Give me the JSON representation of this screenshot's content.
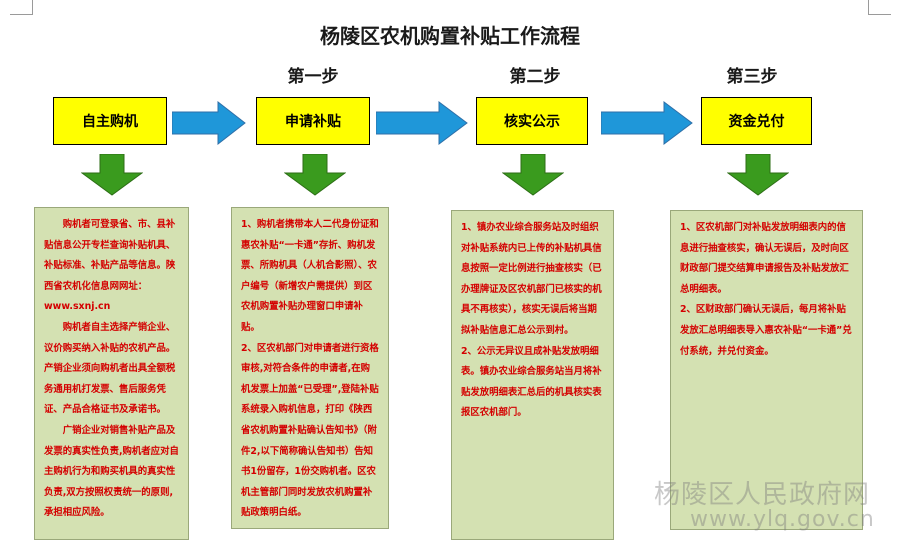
{
  "title": "杨陵区农机购置补贴工作流程",
  "steps": [
    {
      "label": "",
      "box": "自主购机"
    },
    {
      "label": "第一步",
      "box": "申请补贴"
    },
    {
      "label": "第二步",
      "box": "核实公示"
    },
    {
      "label": "第三步",
      "box": "资金兑付"
    }
  ],
  "panels": [
    {
      "paragraphs": [
        "购机者可登录省、市、县补贴信息公开专栏查询补贴机具、补贴标准、补贴产品等信息。陕西省农机化信息网网址：www.sxnj.cn",
        "购机者自主选择产销企业、议价购买纳入补贴的农机产品。产销企业须向购机者出具全额税务通用机打发票、售后服务凭证、产品合格证书及承诺书。",
        "广销企业对销售补贴产品及发票的真实性负责,购机者应对自主购机行为和购买机具的真实性负责,双方按照权责统一的原则,承担相应风险。"
      ]
    },
    {
      "paragraphs": [
        "1、购机者携带本人二代身份证和惠农补贴“一卡通”存折、购机发票、所购机具（人机合影照）、农户编号（新增农户需提供）到区农机购置补贴办理窗口申请补贴。",
        "2、区农机部门对申请者进行资格审核,对符合条件的申请者,在购机发票上加盖“已受理”,登陆补贴系统录入购机信息，打印《陕西省农机购置补贴确认告知书》（附件2,以下简称确认告知书）告知书1份留存，1份交购机者。区农机主管部门同时发放农机购置补贴政策明白纸。"
      ]
    },
    {
      "paragraphs": [
        "1、镇办农业综合服务站及时组织对补贴系统内已上传的补贴机具信息按照一定比例进行抽查核实（已办理牌证及区农机部门已核实的机具不再核实），核实无误后将当期拟补贴信息汇总公示到村。",
        "2、公示无异议且成补贴发放明细表。镇办农业综合服务站当月将补贴发放明细表汇总后的机具核实表报区农机部门。"
      ]
    },
    {
      "paragraphs": [
        "1、区农机部门对补贴发放明细表内的信息进行抽查核实，确认无误后，及时向区财政部门提交结算申请报告及补贴发放汇总明细表。",
        "2、区财政部门确认无误后，每月将补贴发放汇总明细表导入惠农补贴“一卡通”兑付系统，并兑付资金。"
      ]
    }
  ],
  "watermark": {
    "name": "杨陵区人民政府网",
    "url": "www.ylq.gov.cn"
  },
  "colors": {
    "box_fill": "#ffff00",
    "arrow_fill": "#1f97d9",
    "down_arrow_fill": "#3a9b1e",
    "panel_fill": "#d4e1b2",
    "panel_text": "#d40000"
  }
}
